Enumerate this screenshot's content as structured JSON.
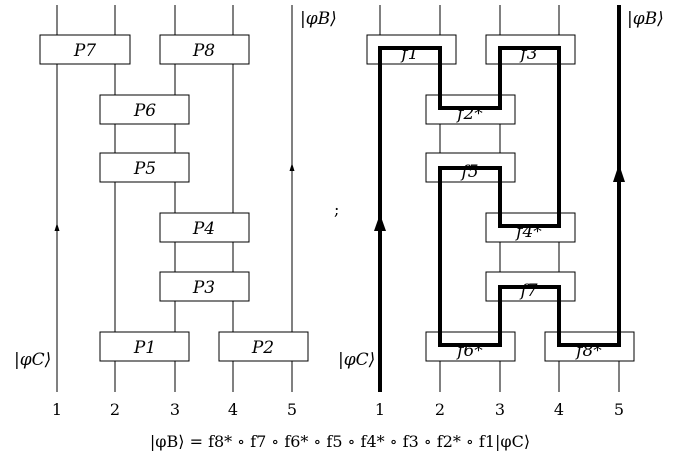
{
  "left_diagram": {
    "boxes": [
      "P7",
      "P8",
      "P6",
      "P5",
      "P4",
      "P3",
      "P1",
      "P2"
    ],
    "ket_in": "|φC⟩",
    "ket_out": "|φB⟩",
    "wire_numbers": [
      "1",
      "2",
      "3",
      "4",
      "5"
    ]
  },
  "separator": ";",
  "right_diagram": {
    "boxes": [
      "f1",
      "f3",
      "f2*",
      "f5",
      "f4*",
      "f7",
      "f6*",
      "f8*"
    ],
    "ket_in": "|φC⟩",
    "ket_out": "|φB⟩",
    "wire_numbers": [
      "1",
      "2",
      "3",
      "4",
      "5"
    ]
  },
  "equation": "|φB⟩ = f8* ∘ f7 ∘ f6* ∘ f5 ∘ f4* ∘ f3 ∘ f2* ∘ f1|φC⟩"
}
